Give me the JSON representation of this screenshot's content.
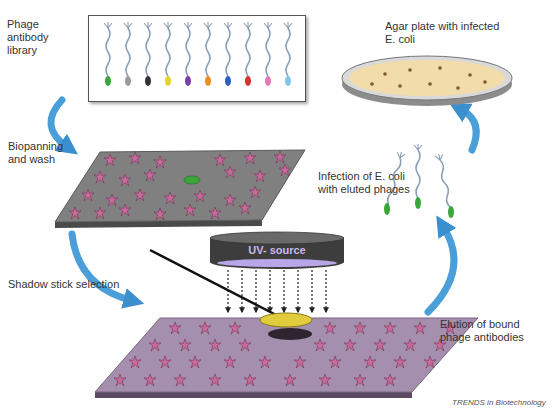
{
  "diagram": {
    "nodes": [
      {
        "text": [
          "Phage antibody library"
        ]
      },
      {
        "text": [
          "UV- source"
        ]
      },
      {
        "text": [
          "Agar plate with infected E. coli"
        ]
      }
    ],
    "labels": [
      "Biopanning and wash",
      "Shadow stick selection",
      "Elution of bound phage antibodies",
      "Infection of E. coli with eluted phages",
      "TRENDS in Biotechnology"
    ]
  }
}
